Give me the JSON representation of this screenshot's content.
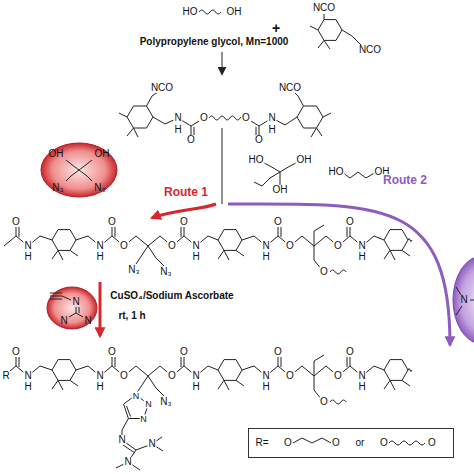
{
  "diagram": {
    "nodes": [
      {
        "text": [
          "OH",
          "OH",
          "N₃",
          "N₃"
        ]
      },
      {
        "text": [
          "N",
          "N",
          "N"
        ]
      },
      {
        "text": [
          "N"
        ]
      },
      {
        "text": [
          "R=",
          "O",
          "O",
          "or",
          "O",
          "O"
        ]
      }
    ],
    "labels": [
      "HO",
      "OH",
      "+",
      "NCO",
      "NCO",
      "Polypropylene glycol, Mn=1000",
      "NCO",
      "N",
      "H",
      "O",
      "O",
      "O",
      "O",
      "N",
      "H",
      "NCO",
      "HO",
      "OH",
      "OH",
      "HO",
      "OH",
      "Route 1",
      "Route 2",
      "O",
      "N",
      "H",
      "N",
      "H",
      "O",
      "O",
      "N₃",
      "N₃",
      "O",
      "O",
      "N",
      "H",
      "N",
      "H",
      "O",
      "O",
      "O",
      "O",
      "O",
      "N",
      "H",
      "CuSO₄/Sodium Ascorbate",
      "rt, 1 h",
      "R",
      "O",
      "N",
      "H",
      "N",
      "H",
      "O",
      "O",
      "N",
      "N",
      "N",
      "N",
      "N",
      "N",
      "N₃",
      "O",
      "O",
      "N",
      "H",
      "N",
      "H",
      "O",
      "O",
      "O",
      "O",
      "O",
      "N",
      "H"
    ]
  }
}
